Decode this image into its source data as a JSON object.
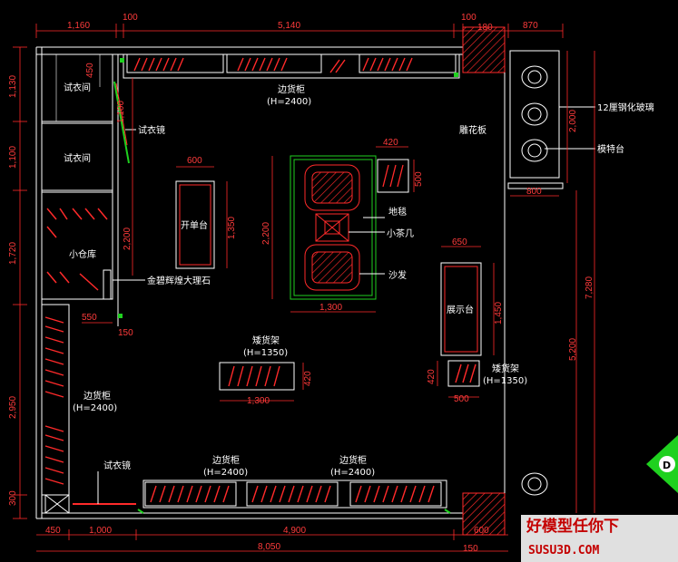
{
  "labels": {
    "fitting_room_1": "试衣间",
    "fitting_room_2": "试衣间",
    "fitting_mirror_top": "试衣镜",
    "fitting_mirror_bottom": "试衣镜",
    "storage": "小仓库",
    "edge_cabinet_top": "边货柜",
    "edge_cabinet_top_h": "(H=2400)",
    "edge_cabinet_left": "边货柜",
    "edge_cabinet_left_h": "(H=2400)",
    "edge_cabinet_b1": "边货柜",
    "edge_cabinet_b1_h": "(H=2400)",
    "edge_cabinet_b2": "边货柜",
    "edge_cabinet_b2_h": "(H=2400)",
    "order_desk": "开单台",
    "marble": "金碧辉煌大理石",
    "carpet": "地毯",
    "tea_table": "小茶几",
    "sofa": "沙发",
    "display_table": "展示台",
    "low_rack_center": "矮货架",
    "low_rack_center_h": "(H=1350)",
    "low_rack_right": "矮货架",
    "low_rack_right_h": "(H=1350)",
    "carved_panel": "雕花板",
    "glass": "12厘钢化玻璃",
    "model_stand": "模特台"
  },
  "dims": {
    "top": [
      "1,160",
      "100",
      "5,140",
      "100",
      "180",
      "870"
    ],
    "bottom": [
      "450",
      "1,000",
      "4,900",
      "600",
      "8,050",
      "150"
    ],
    "left": [
      "1,130",
      "450",
      "1,100",
      "1,720",
      "2,950",
      "300"
    ],
    "right": [
      "2,000",
      "5,200",
      "7,280"
    ],
    "fitting_inner": "1,100",
    "storage_w": "550",
    "storage_offset": "150",
    "wall_2200": "2,200",
    "desk_w": "600",
    "desk_h": "1,350",
    "sofa_area_h": "2,200",
    "sofa_area_w": "1,300",
    "chair_w": "420",
    "chair_h": "500",
    "display_w": "650",
    "display_h": "1,450",
    "rack_center_w": "1,300",
    "rack_center_h": "420",
    "rack_right_w": "500",
    "rack_right_h": "420",
    "model_w": "800"
  },
  "watermark": {
    "line1": "好模型任你下",
    "line2": "SUSU3D.COM"
  },
  "nav_icon": "direction-arrow-icon"
}
